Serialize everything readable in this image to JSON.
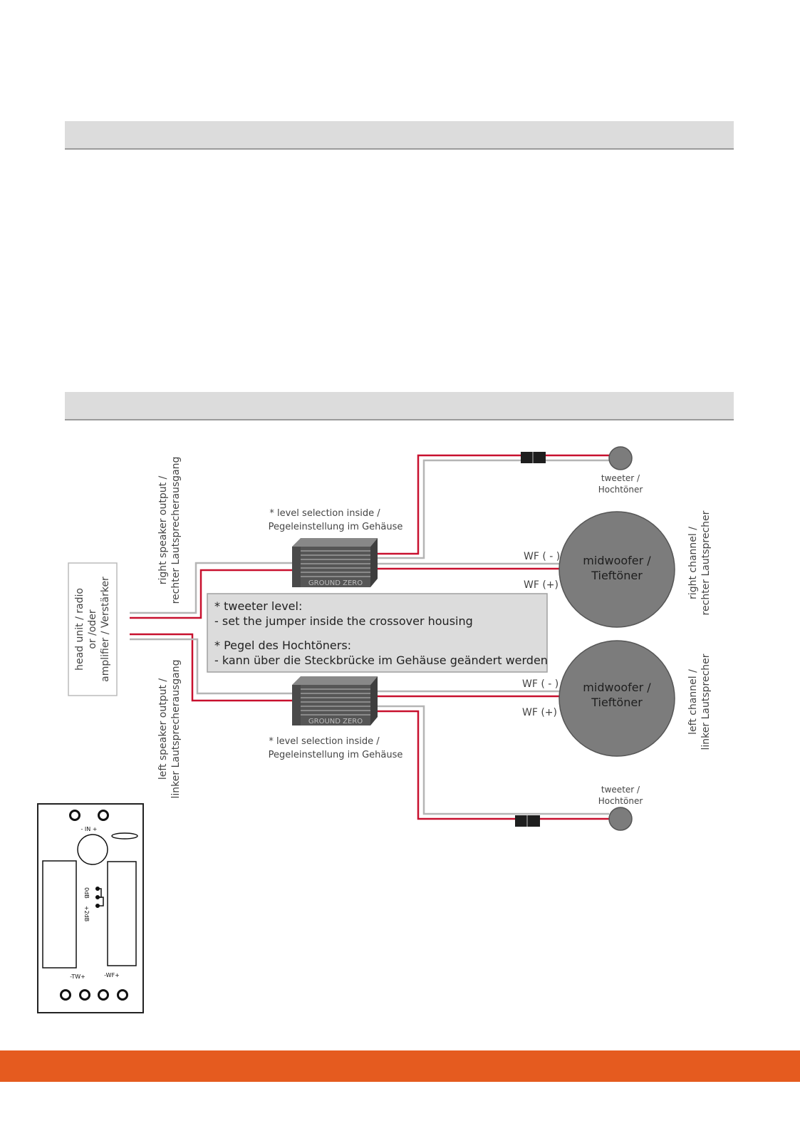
{
  "source": {
    "line1": "head unit / radio",
    "line2": "or /oder",
    "line3": "amplifier / Verstärker"
  },
  "outputs": {
    "right_line1": "right speaker output /",
    "right_line2": "rechter Lautsprecherausgang",
    "left_line1": "left speaker output /",
    "left_line2": "linker Lautsprecherausgang"
  },
  "crossover": {
    "brand": "GROUND ZERO",
    "level_line1": "* level selection inside /",
    "level_line2": "Pegeleinstellung im Gehäuse"
  },
  "speakers": {
    "tweeter_line1": "tweeter /",
    "tweeter_line2": "Hochtöner",
    "woofer_line1": "midwoofer /",
    "woofer_line2": "Tieftöner",
    "wf_minus": "WF ( - )",
    "wf_plus": "WF (+)"
  },
  "channels": {
    "right_line1": "right channel /",
    "right_line2": "rechter Lautsprecher",
    "left_line1": "left channel /",
    "left_line2": "linker Lautsprecher"
  },
  "note": {
    "line1": "* tweeter level:",
    "line2": "- set the jumper inside the crossover housing",
    "line3": "* Pegel des Hochtöners:",
    "line4": "- kann über die Steckbrücke im Gehäuse geändert werden"
  },
  "board": {
    "in_label": "- IN +",
    "db0": "0dB",
    "db2": "+2dB",
    "tw_label": "-TW+",
    "wf_label": "-WF+"
  },
  "colors": {
    "wire_red": "#c8102e",
    "wire_grey": "#b5b5b5",
    "speaker": "#7c7c7c",
    "accent": "#e55b1f"
  }
}
